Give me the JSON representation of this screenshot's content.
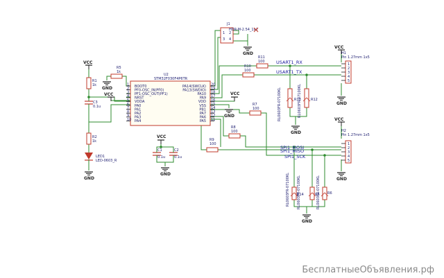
{
  "mcu": {
    "ref": "U2",
    "part": "STM32F030F4P6TR",
    "left_pins": [
      "BOOT0",
      "PF0-OSC_IN(PF0)",
      "PF1-OSC_OUT(PF1)",
      "NRST",
      "VDDA",
      "PA0",
      "PA1",
      "PA2",
      "PA3",
      "PA4"
    ],
    "right_pins": [
      "PA14(SWCLK)",
      "PA13(SWDIO)",
      "PA10",
      "PA9",
      "VDD",
      "VSS",
      "PB1",
      "PA7",
      "PA6",
      "PA5"
    ],
    "left_nums": [
      "1",
      "2",
      "3",
      "4",
      "5",
      "6",
      "7",
      "8",
      "9",
      "10"
    ],
    "right_nums": [
      "20",
      "19",
      "18",
      "17",
      "16",
      "15",
      "14",
      "13",
      "12",
      "11"
    ]
  },
  "power": {
    "vcc": "VCC",
    "gnd": "GND"
  },
  "components": {
    "r1": {
      "ref": "R1",
      "val": "1k"
    },
    "r2": {
      "ref": "R2",
      "val": "1k"
    },
    "r5": {
      "ref": "R5",
      "val": "1k"
    },
    "c1": {
      "ref": "C1",
      "val": "0.1u"
    },
    "c2": {
      "ref": "C2",
      "val": "0.1u"
    },
    "c3": {
      "ref": "C3",
      "val": "0.1u"
    },
    "r7": {
      "ref": "R7",
      "val": "100"
    },
    "r8": {
      "ref": "R8",
      "val": "100"
    },
    "r9": {
      "ref": "R9",
      "val": "100"
    },
    "r10": {
      "ref": "R10",
      "val": "100"
    },
    "r11": {
      "ref": "R11",
      "val": "100"
    },
    "led": {
      "ref": "LED1",
      "val": "LED-0603_R"
    },
    "j1": {
      "ref": "J1",
      "val": "HDR-M-2.54_1x2",
      "pins": [
        "1",
        "2",
        "3",
        "4"
      ]
    },
    "h1": {
      "ref": "H1",
      "val": "Pin 1.27mm 1x5"
    },
    "h2": {
      "ref": "H2",
      "val": "Pin 1.27mm 1x5"
    },
    "r12": {
      "ref": "R12",
      "part": "RL0603FR-07100KL"
    },
    "r13": {
      "ref": "R13",
      "part": "RL0603FR-07100KL"
    },
    "r4": {
      "ref": "R4",
      "part": "RL0603FR-07100KL"
    },
    "r6": {
      "ref": "R6",
      "part": "RL0603FR-07100KL"
    },
    "r14": {
      "ref": "R14",
      "part": "RL0603FR-07100KL"
    }
  },
  "nets": {
    "usart_rx": "USART1_RX",
    "usart_tx": "USART1_TX",
    "spi_mosi": "SPI1_MOSI",
    "spi_miso": "SPI1_MISO",
    "spi_sck": "SPI1_SCK"
  },
  "header_pins": [
    "1",
    "2",
    "3",
    "4",
    "5"
  ],
  "watermark": "БесплатныеОбъявления.рф",
  "colors": {
    "wire": "#2e8b2e",
    "part": "#c0392b",
    "text": "#1a1a6e",
    "pin": "#222222"
  }
}
